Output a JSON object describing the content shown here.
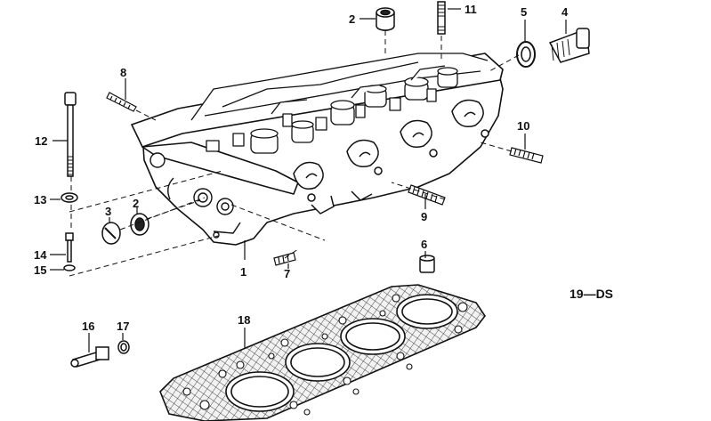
{
  "labels": {
    "l1": "1",
    "l2a": "2",
    "l2b": "2",
    "l3": "3",
    "l4": "4",
    "l5": "5",
    "l6": "6",
    "l7": "7",
    "l8": "8",
    "l9": "9",
    "l10": "10",
    "l11": "11",
    "l12": "12",
    "l13": "13",
    "l14": "14",
    "l15": "15",
    "l16": "16",
    "l17": "17",
    "l18": "18",
    "l19": "19—DS"
  }
}
